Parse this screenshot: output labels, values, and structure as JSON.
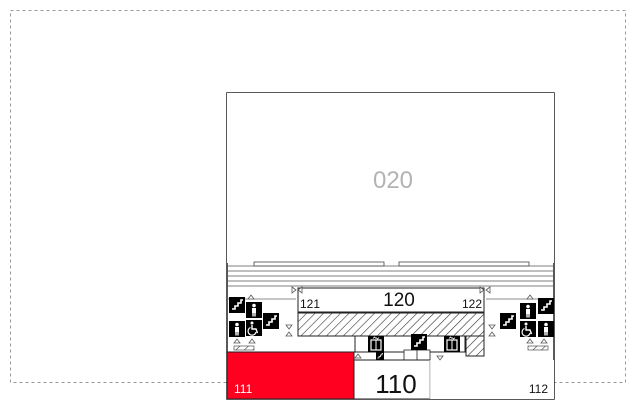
{
  "floor_plan": {
    "colors": {
      "highlight": "#ff0020",
      "line": "#222222",
      "label_light": "#b3b3b3",
      "background": "#ffffff"
    },
    "rooms": {
      "r020": {
        "label": "020"
      },
      "r120": {
        "label": "120"
      },
      "r121": {
        "label": "121"
      },
      "r122": {
        "label": "122"
      },
      "r110": {
        "label": "110"
      },
      "r111": {
        "label": "111",
        "highlighted": true
      },
      "r112": {
        "label": "112"
      }
    },
    "icons": [
      "stairs-icon",
      "toilet-icon",
      "wheelchair-accessible-toilet-icon",
      "elevator-icon",
      "door-arrow-icon"
    ]
  }
}
